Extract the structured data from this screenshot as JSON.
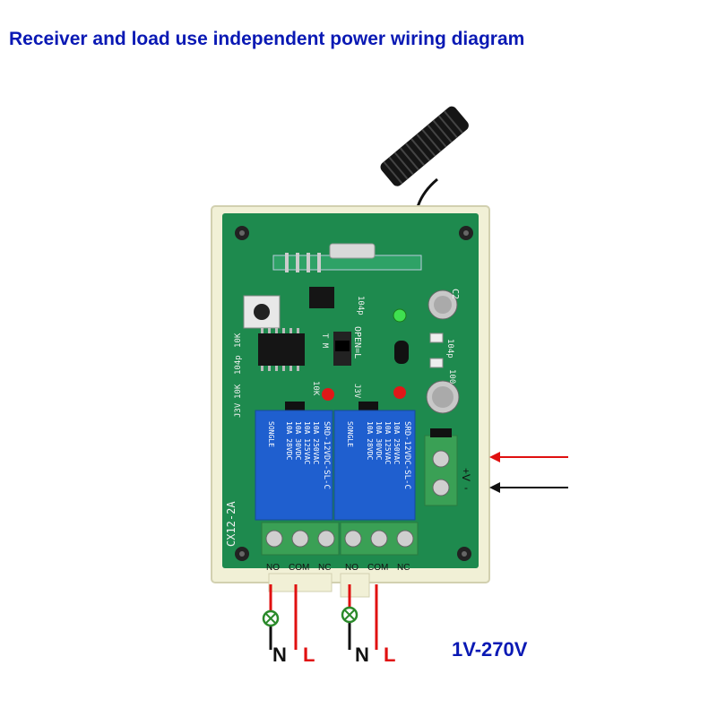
{
  "title": "Receiver and load use independent power wiring diagram",
  "board": {
    "model": "CX12-2A",
    "terminal_labels": [
      "NO",
      "COM",
      "NC",
      "NO",
      "COM",
      "NC"
    ],
    "power_plus": "+V",
    "power_minus": "-",
    "jumper_label": "OPEN=L",
    "pcb_marks": {
      "c2": "C2",
      "cap_104p_a": "104p",
      "cap_104p_b": "104p",
      "cap_104p_c": "104p",
      "r10k_a": "10K",
      "r10k_b": "10K",
      "r10k_c": "10K",
      "r100": "100",
      "j3v": "J3V",
      "j3v_b": "J3V",
      "tm": "T M"
    }
  },
  "relays": [
    {
      "brand": "SONGLE",
      "rating_1": "10A 250VAC",
      "rating_2": "10A 125VAC",
      "rating_3": "10A 30VDC",
      "rating_4": "10A 28VDC",
      "part": "SRD-12VDC-SL-C"
    },
    {
      "brand": "SONGLE",
      "rating_1": "10A 250VAC",
      "rating_2": "10A 125VAC",
      "rating_3": "10A 30VDC",
      "rating_4": "10A 28VDC",
      "part": "SRD-12VDC-SL-C"
    }
  ],
  "wiring": {
    "neutral_1": "N",
    "live_1": "L",
    "neutral_2": "N",
    "live_2": "L",
    "voltage": "1V-270V"
  },
  "colors": {
    "title": "#0a19b4",
    "pcb": "#1e8a4e",
    "housing": "#f1f0d6",
    "relay": "#1f5fcf",
    "terminal": "#3aa055",
    "live_wire": "#e01010",
    "neutral_wire": "#111111",
    "lamp": "#2a8a2a"
  }
}
